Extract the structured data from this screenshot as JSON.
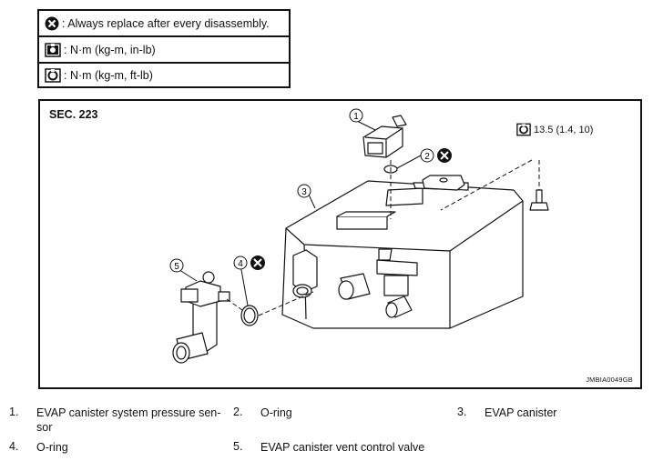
{
  "legend": [
    {
      "icon": "always-replace-icon",
      "text": ": Always replace after every disassembly."
    },
    {
      "icon": "torque-in-lb-icon",
      "text": ": N·m (kg-m, in-lb)"
    },
    {
      "icon": "torque-ft-lb-icon",
      "text": ": N·m (kg-m, ft-lb)"
    }
  ],
  "figure": {
    "section": "SEC. 223",
    "code": "JMBIA0049GB",
    "callouts": [
      "1",
      "2",
      "3",
      "4",
      "5"
    ],
    "torque": "13.5 (1.4, 10)"
  },
  "parts": [
    {
      "num": "1.",
      "line1": "EVAP canister system pressure sen-",
      "line2": "sor"
    },
    {
      "num": "2.",
      "line1": "O-ring"
    },
    {
      "num": "3.",
      "line1": "EVAP canister"
    },
    {
      "num": "4.",
      "line1": "O-ring"
    },
    {
      "num": "5.",
      "line1": "EVAP canister vent control valve"
    }
  ]
}
